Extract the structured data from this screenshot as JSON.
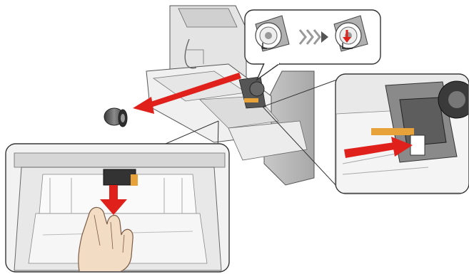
{
  "illustration": {
    "scene_name": "scanner-pickup-roller-replacement",
    "callouts": [
      "roller-rotation-detail",
      "hand-push-down-detail",
      "latch-push-detail"
    ],
    "arrow_color": "#e0211b",
    "outline_color": "#333333",
    "gray_light": "#d9d9d9",
    "gray_mid": "#b5b5b5",
    "gray_dark": "#555555"
  }
}
